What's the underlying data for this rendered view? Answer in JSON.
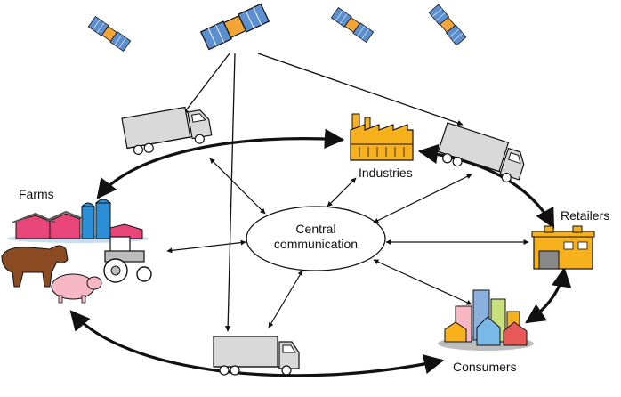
{
  "diagram": {
    "central": {
      "line1": "Central",
      "line2": "communication"
    },
    "nodes": {
      "farms": "Farms",
      "industries": "Industries",
      "retailers": "Retailers",
      "consumers": "Consumers"
    }
  },
  "colors": {
    "stroke": "#111111",
    "truck": "#d9d9d9",
    "satellite_panel": "#5b8fd0",
    "satellite_body": "#f2a63a",
    "farm_building": "#e8457a",
    "silo": "#2a8fd6",
    "factory": "#f6b11c",
    "shop": "#f6b11c",
    "cow": "#8a4b22",
    "pig": "#f7b7c4"
  }
}
